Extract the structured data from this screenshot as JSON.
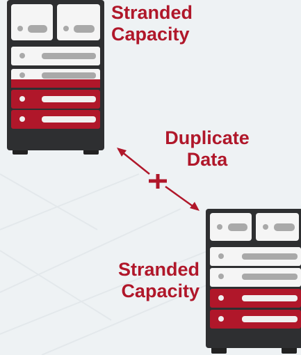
{
  "labels": {
    "top": [
      "Stranded",
      "Capacity"
    ],
    "middle": [
      "Duplicate",
      "Data"
    ],
    "bottom": [
      "Stranded",
      "Capacity"
    ]
  },
  "servers": [
    {
      "name": "server-rack-top",
      "drive_slots": 2,
      "normal_slots": 2,
      "stranded_slots": 3
    },
    {
      "name": "server-rack-bottom",
      "drive_slots": 2,
      "normal_slots": 2,
      "stranded_slots": 2
    }
  ],
  "colors": {
    "accent": "#b0172a",
    "rack": "#2e2f31",
    "slot_light": "#f5f5f5",
    "slot_bar": "#a9a9a9",
    "background": "#eef2f4"
  }
}
